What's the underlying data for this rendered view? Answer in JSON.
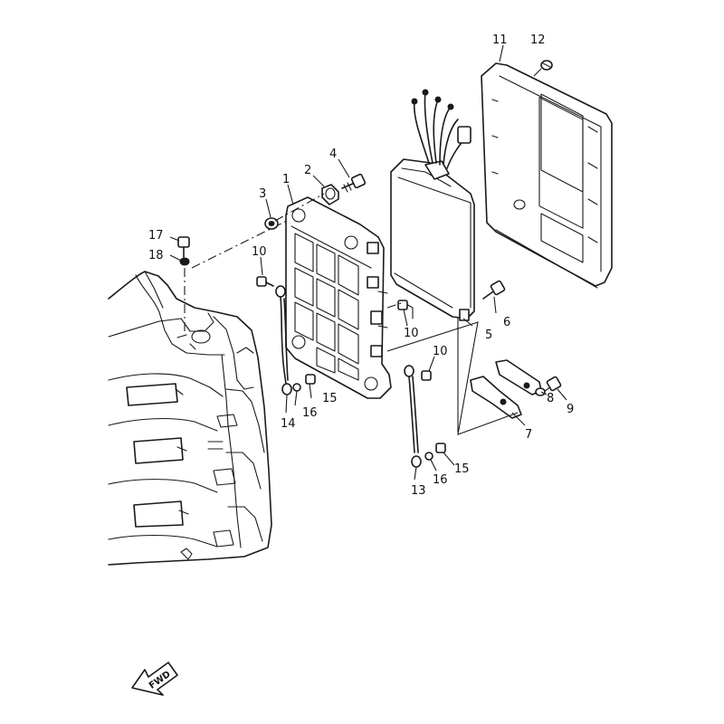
{
  "callouts": {
    "c1": "1",
    "c2": "2",
    "c3": "3",
    "c4": "4",
    "c5": "5",
    "c6": "6",
    "c7": "7",
    "c8": "8",
    "c9": "9",
    "c10a": "10",
    "c10b": "10",
    "c10c": "10",
    "c11": "11",
    "c12": "12",
    "c13": "13",
    "c14": "14",
    "c15a": "15",
    "c15b": "15",
    "c16a": "16",
    "c16b": "16",
    "c17": "17",
    "c18": "18"
  },
  "fwd_label": "FWD"
}
